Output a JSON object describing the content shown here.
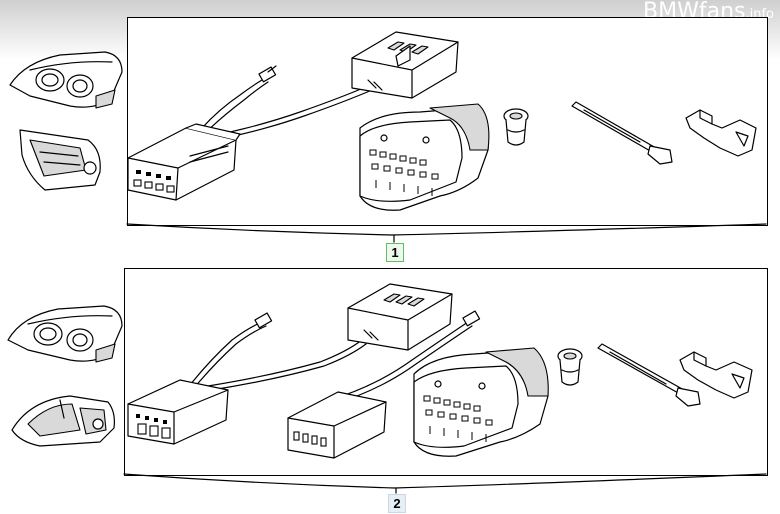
{
  "watermark": {
    "main": "BMWfans",
    "suffix": ".info"
  },
  "callouts": [
    {
      "label": "1",
      "border_color": "#5fbf5f",
      "background": "#eef8ee"
    },
    {
      "label": "2",
      "border_color": "#c8d8e8",
      "background": "#e6eef6"
    }
  ],
  "icons": [
    "headlight-icon",
    "tail-light-icon",
    "wiring-harness-icon",
    "control-module-icon",
    "multi-pin-connector-icon",
    "grommet-icon",
    "cable-tie-icon",
    "retaining-clip-icon"
  ]
}
